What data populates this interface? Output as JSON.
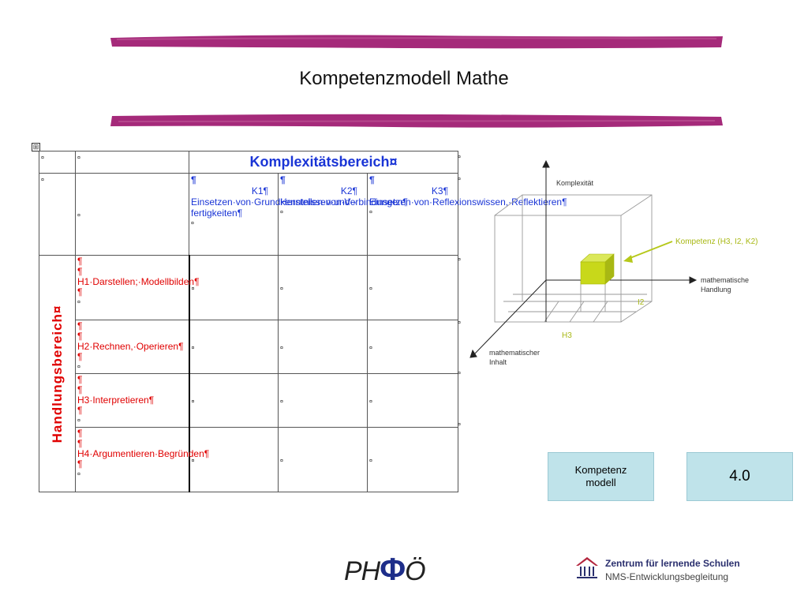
{
  "slide": {
    "title": "Kompetenzmodell Mathe"
  },
  "colors": {
    "stroke": "#a52a7a",
    "blue_text": "#1a35d6",
    "red_text": "#e00000",
    "box_fill": "#bfe3ea",
    "cube": "#c8d81a"
  },
  "table": {
    "move_handle": "⊞",
    "header_title": "Komplexitätsbereich¤",
    "side_label": "Handlungsbereich¤",
    "cell_mark": "¤",
    "empty_mark": "¤",
    "k_columns": [
      {
        "pilcrow": "¶",
        "code": "K1¶",
        "text": "Einsetzen·von·Grundkenntnissen·und·-fertigkeiten¶",
        "mark": "¤"
      },
      {
        "pilcrow": "¶",
        "code": "K2¶",
        "text": "Herstellen·von·Verbindungen¶",
        "mark": "¤"
      },
      {
        "pilcrow": "¶",
        "code": "K3¶",
        "text": "Einsetzen·von·Reflexionswissen,·Reflektieren¶",
        "mark": "¤"
      }
    ],
    "h_rows": [
      {
        "pre1": "¶",
        "pre2": "¶",
        "label": "H1·Darstellen;·Modellbilden¶",
        "post": "¶",
        "mark": "¤",
        "cells": [
          "¤",
          "¤",
          "¤"
        ]
      },
      {
        "pre1": "¶",
        "pre2": "¶",
        "label": "H2·Rechnen,·Operieren¶",
        "post": "¶",
        "mark": "¤",
        "cells": [
          "¤",
          "¤",
          "¤"
        ]
      },
      {
        "pre1": "¶",
        "pre2": "¶",
        "label": "H3·Interpretieren¶",
        "post": "¶",
        "mark": "¤",
        "cells": [
          "¤",
          "¤",
          "¤"
        ]
      },
      {
        "pre1": "¶",
        "pre2": "¶",
        "label": "H4·Argumentieren·Begründen¶",
        "post": "¶",
        "mark": "¤",
        "cells": [
          "¤",
          "¤",
          "¤"
        ]
      }
    ]
  },
  "diagram": {
    "axis_up": "Komplexität",
    "axis_right_1": "mathematische",
    "axis_right_2": "Handlung",
    "axis_left_1": "mathematischer",
    "axis_left_2": "Inhalt",
    "callout": "Kompetenz (H3, I2, K2)",
    "label_i2": "I2",
    "label_h3": "H3"
  },
  "boxes": {
    "left_line1": "Kompetenz",
    "left_line2": "modell",
    "right": "4.0"
  },
  "logos": {
    "ph_left": "PH",
    "ph_phi": "Φ",
    "ph_right": "Ö",
    "z_name": "Zentrum für lernende Schulen",
    "z_sub": "NMS-Entwicklungsbegleitung"
  }
}
